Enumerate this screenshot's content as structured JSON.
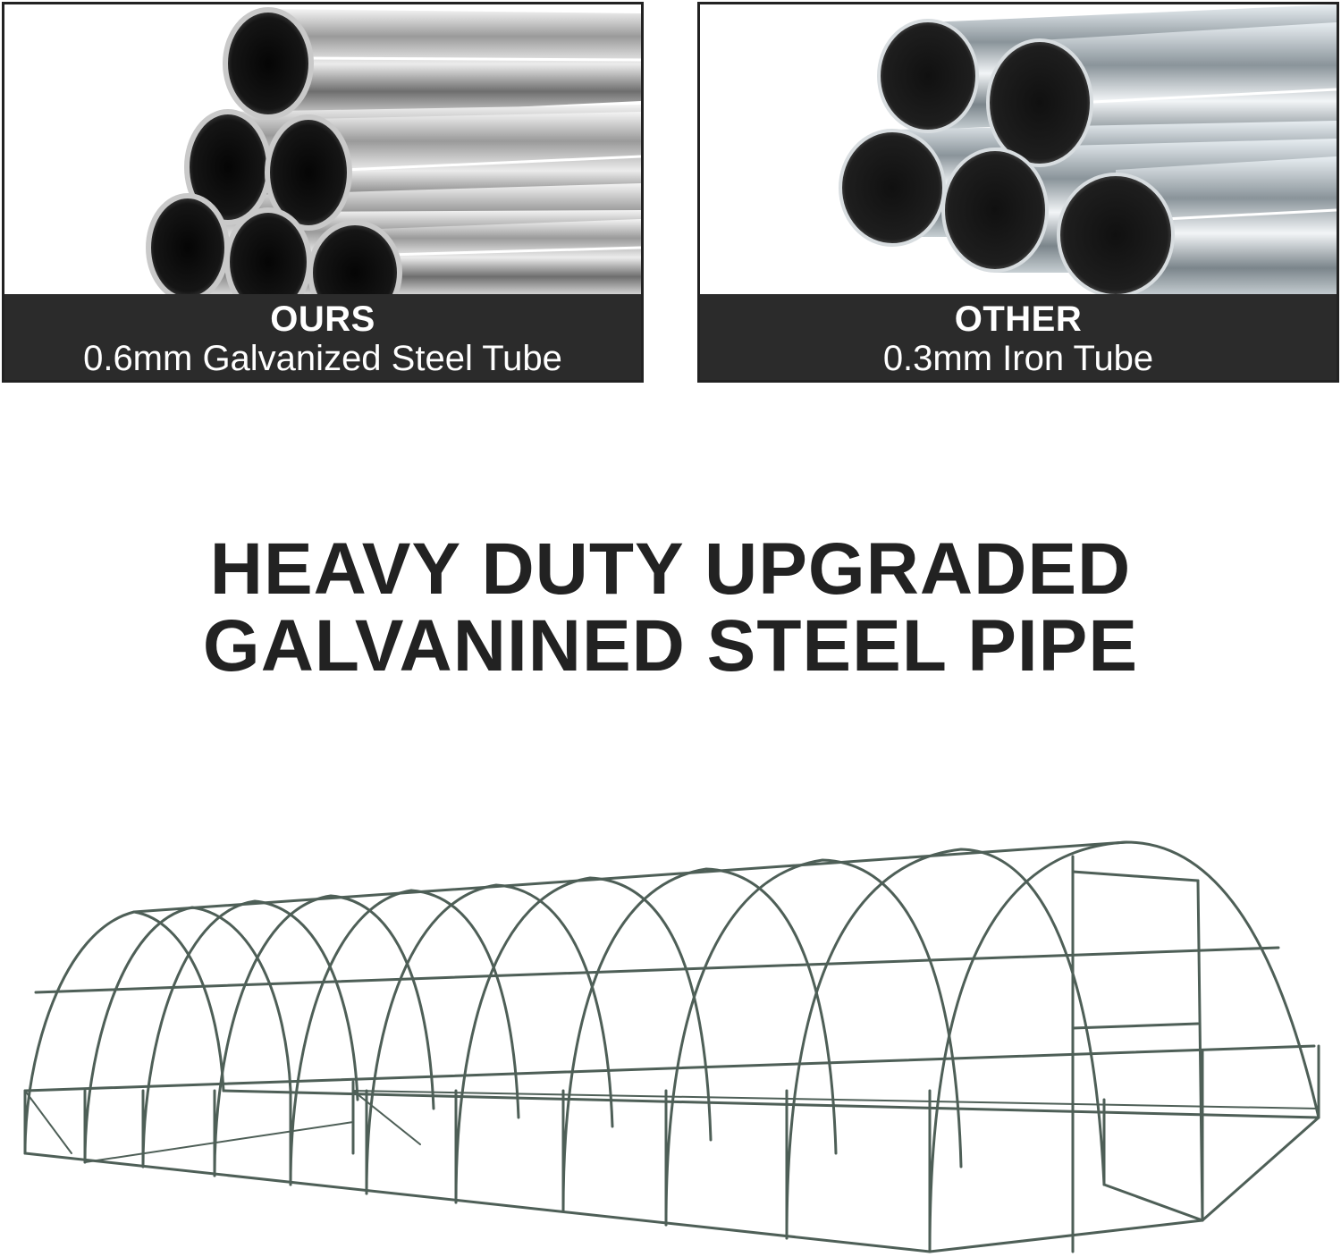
{
  "panels": {
    "ours": {
      "heading": "OURS",
      "detail": "0.6mm Galvanized Steel Tube"
    },
    "other": {
      "heading": "OTHER",
      "detail": "0.3mm Iron Tube"
    }
  },
  "headline": {
    "line1": "HEAVY DUTY UPGRADED",
    "line2": "GALVANINED STEEL PIPE"
  },
  "colors": {
    "caption_bg": "#2b2b2b",
    "border": "#222222",
    "frame_stroke": "#4e5f57"
  },
  "images": {
    "ours_pipes": "stack of six polished steel tubes",
    "other_pipes": "stack of five thin iron tubes",
    "greenhouse_frame": "walk-in tunnel greenhouse steel frame"
  }
}
